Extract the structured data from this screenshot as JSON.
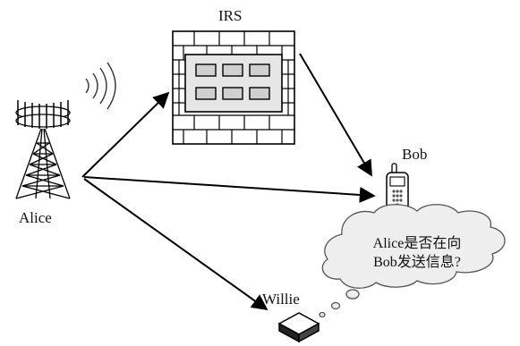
{
  "nodes": {
    "alice": {
      "label": "Alice"
    },
    "irs": {
      "label": "IRS"
    },
    "bob": {
      "label": "Bob"
    },
    "willie": {
      "label": "Willie"
    }
  },
  "thought_bubble": {
    "lines": [
      "Alice是否在向",
      "Bob发送信息?"
    ]
  },
  "colors": {
    "stroke": "#000000",
    "panel_fill": "#e6e6e6",
    "cloud_fill": "#eeeeee",
    "cloud_stroke": "#555555"
  }
}
